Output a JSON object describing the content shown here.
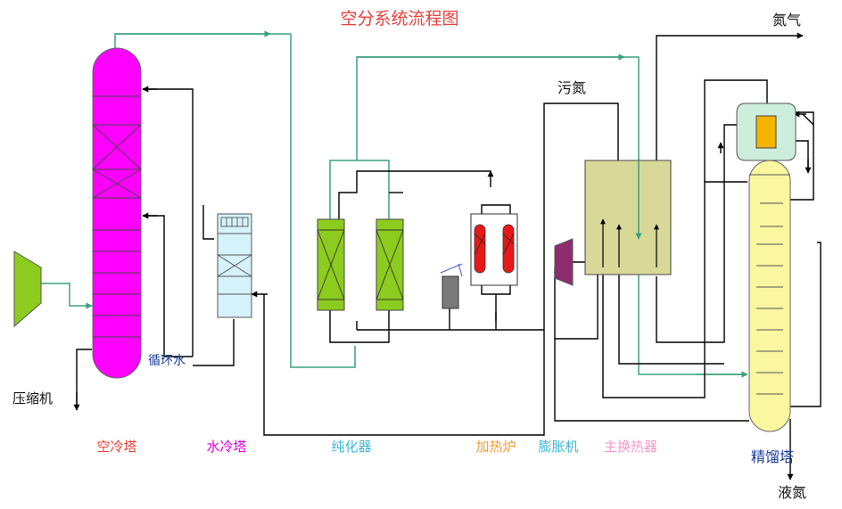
{
  "title": "空分系统流程图",
  "labels": {
    "compressor": "压缩机",
    "circulating_water": "循环水",
    "dirty_nitrogen": "污氮",
    "nitrogen": "氮气",
    "liquid_nitrogen": "液氮"
  },
  "equipment": {
    "air_cooling_tower": "空冷塔",
    "water_cooling_tower": "水冷塔",
    "purifier": "纯化器",
    "heater": "加热炉",
    "expander": "膨胀机",
    "main_heat_exchanger": "主换热器",
    "rectification_tower": "精馏塔"
  },
  "colors": {
    "title": "#e8423c",
    "air_cooling_tower": "#ff00ff",
    "air_cooling_tower_label": "#e8423c",
    "water_cooling_tower": "#d6f2fb",
    "water_cooling_tower_label": "#e000e0",
    "purifier": "#8ccc1e",
    "purifier_label": "#3fb7dc",
    "heater": "#e81818",
    "heater_label": "#f39c38",
    "expander": "#8e2c6e",
    "expander_label": "#3fb7dc",
    "main_heat_exchanger": "#d8d898",
    "main_heat_exchanger_label": "#f49ac8",
    "rectification_tower": "#fbf6a0",
    "rectification_tower_label": "#1a3c9c",
    "condenser": "#cdeedd",
    "condenser_core": "#f5b400",
    "compressor": "#8ccc1e",
    "gas_line": "#3aa37c",
    "process_line": "#000000",
    "water_label": "#1a3c9c"
  }
}
